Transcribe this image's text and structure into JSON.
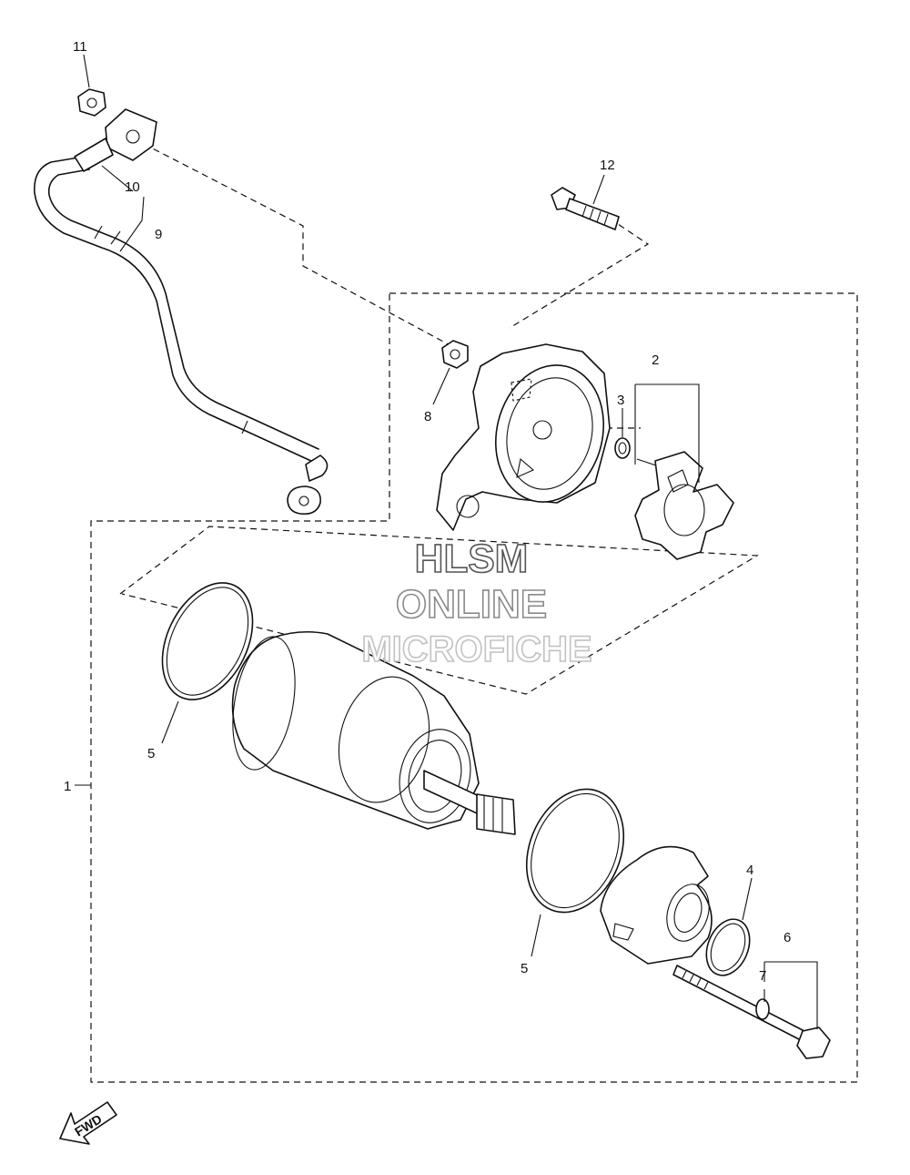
{
  "callouts": {
    "c1": "1",
    "c2": "2",
    "c3": "3",
    "c4": "4",
    "c5a": "5",
    "c5b": "5",
    "c6": "6",
    "c7": "7",
    "c8": "8",
    "c9": "9",
    "c10": "10",
    "c11": "11",
    "c12": "12"
  },
  "watermark": {
    "line1": "HLSM",
    "line2": "ONLINE",
    "line3": "MICROFICHE",
    "colors": [
      "#555555",
      "#8a8a8a",
      "#c2c2c2"
    ]
  },
  "fwd_label": "FWD"
}
